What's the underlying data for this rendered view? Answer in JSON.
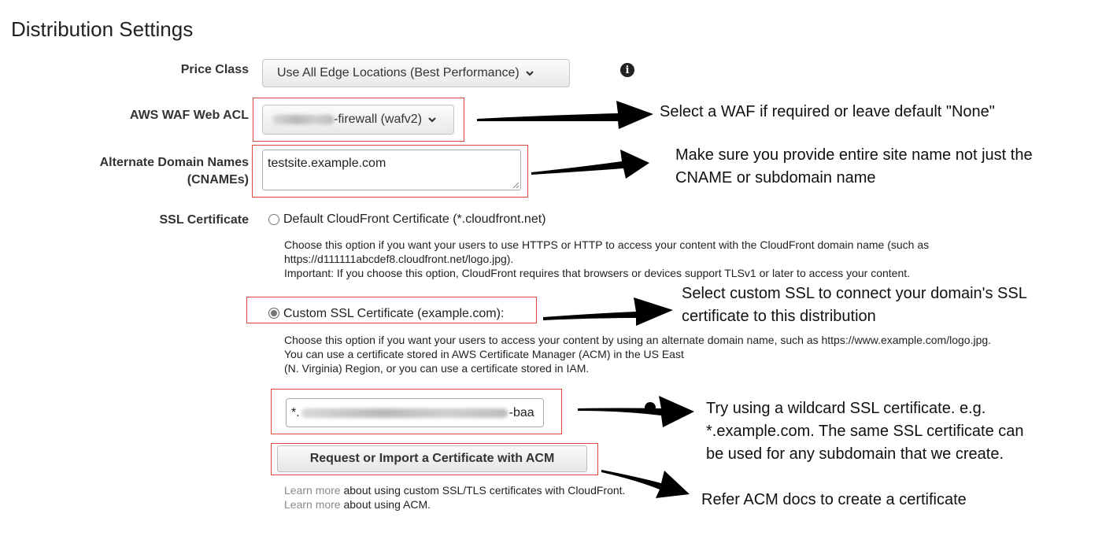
{
  "page": {
    "title": "Distribution Settings"
  },
  "price_class": {
    "label": "Price Class",
    "selected": "Use All Edge Locations (Best Performance)",
    "info_icon": "info-icon"
  },
  "waf": {
    "label": "AWS WAF Web ACL",
    "selected_suffix": "-firewall (wafv2)"
  },
  "cnames": {
    "label_line1": "Alternate Domain Names",
    "label_line2": "(CNAMEs)",
    "value": "testsite.example.com"
  },
  "ssl": {
    "label": "SSL Certificate",
    "default_option": "Default CloudFront Certificate (*.cloudfront.net)",
    "default_help_1": "Choose this option if you want your users to use HTTPS or HTTP to access your content with the CloudFront domain name (such as",
    "default_help_2": "https://d111111abcdef8.cloudfront.net/logo.jpg).",
    "default_help_3": "Important: If you choose this option, CloudFront requires that browsers or devices support TLSv1 or later to access your content.",
    "custom_option": "Custom SSL Certificate (example.com):",
    "custom_help_1": "Choose this option if you want your users to access your content by using an alternate domain name, such as https://www.example.com/logo.jpg.",
    "custom_help_2": "You can use a certificate stored in AWS Certificate Manager (ACM) in the US East",
    "custom_help_3": "(N. Virginia) Region, or you can use a certificate stored in IAM.",
    "cert_prefix": "*.",
    "cert_suffix": "-baa",
    "acm_button": "Request or Import a Certificate with ACM",
    "learn_more_1_link": "Learn more",
    "learn_more_1_text": " about using custom SSL/TLS certificates with CloudFront.",
    "learn_more_2_link": "Learn more",
    "learn_more_2_text": " about using ACM."
  },
  "annotations": {
    "waf": "Select a WAF if required or leave default \"None\"",
    "cname_1": "Make sure you provide entire site name not just the",
    "cname_2": "CNAME or subdomain name",
    "custom_ssl_1": "Select custom SSL to connect your domain's SSL",
    "custom_ssl_2": "certificate to this distribution",
    "wildcard_1": "Try using a wildcard SSL certificate. e.g.",
    "wildcard_2": "*.example.com. The same SSL certificate can",
    "wildcard_3": "be used for any subdomain that we create.",
    "acm": "Refer ACM docs to create a certificate"
  },
  "colors": {
    "annotation_box": "#d9473d",
    "arrow": "#000000"
  }
}
